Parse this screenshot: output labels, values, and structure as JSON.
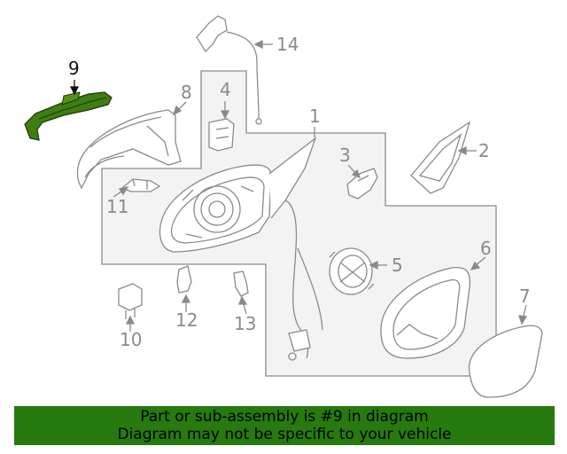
{
  "diagram": {
    "highlight_color": "#3f7d12",
    "callouts": [
      {
        "id": "1",
        "label": "1"
      },
      {
        "id": "2",
        "label": "2"
      },
      {
        "id": "3",
        "label": "3"
      },
      {
        "id": "4",
        "label": "4"
      },
      {
        "id": "5",
        "label": "5"
      },
      {
        "id": "6",
        "label": "6"
      },
      {
        "id": "7",
        "label": "7"
      },
      {
        "id": "8",
        "label": "8"
      },
      {
        "id": "9",
        "label": "9"
      },
      {
        "id": "10",
        "label": "10"
      },
      {
        "id": "11",
        "label": "11"
      },
      {
        "id": "12",
        "label": "12"
      },
      {
        "id": "13",
        "label": "13"
      },
      {
        "id": "14",
        "label": "14"
      }
    ]
  },
  "banner": {
    "line1": "Part or sub-assembly is #9 in diagram",
    "line2": "Diagram may not be specific to your vehicle",
    "color": "#267a0e"
  }
}
